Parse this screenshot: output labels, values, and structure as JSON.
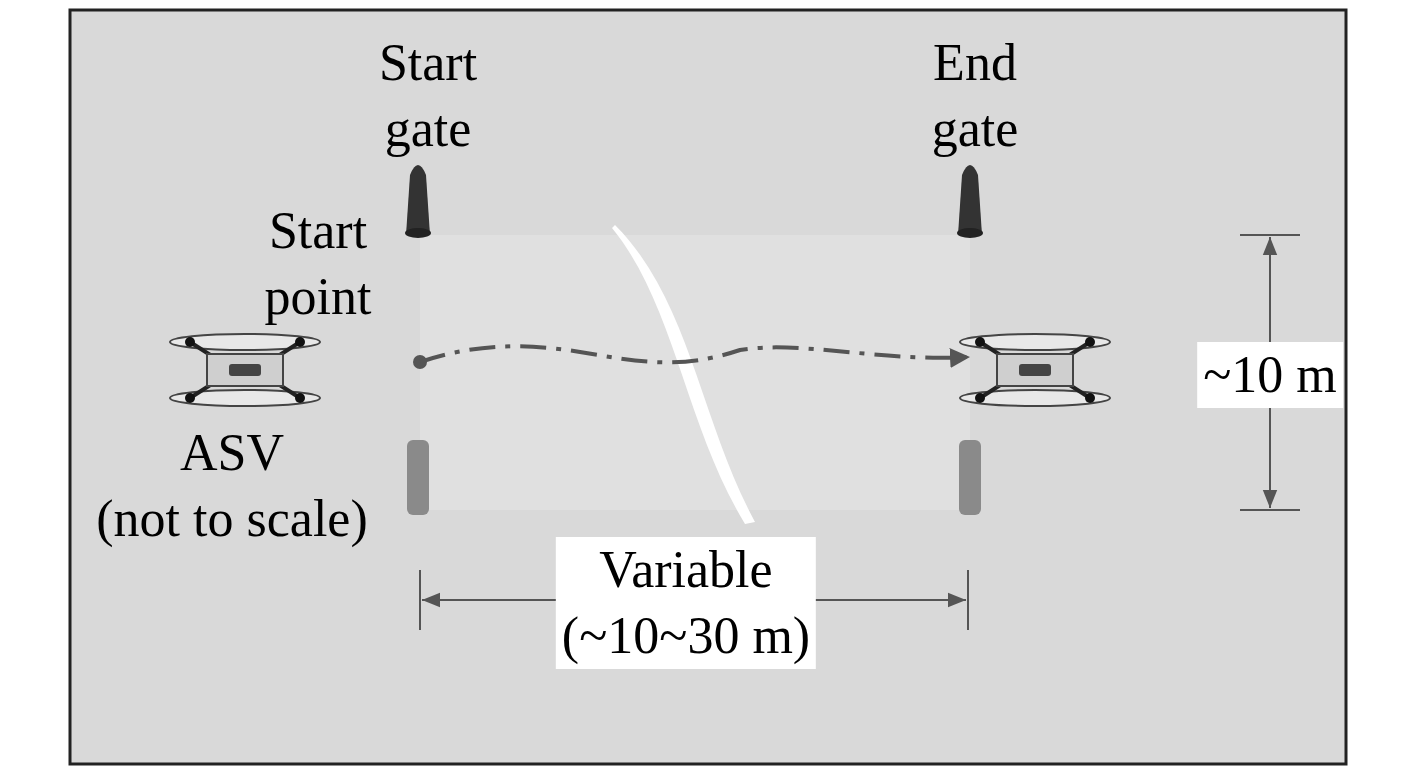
{
  "diagram": {
    "labels": [
      "Start gate",
      "End gate",
      "Start point",
      "ASV (not to scale)",
      "~10 m",
      "Variable (~10~30 m)"
    ]
  }
}
